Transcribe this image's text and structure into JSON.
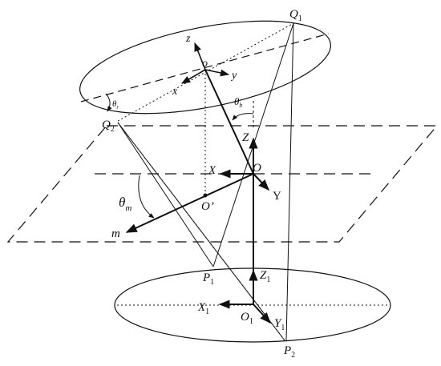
{
  "labels": {
    "Q1_main": "Q",
    "Q1_sub": "1",
    "Q2_main": "Q",
    "Q2_sub": "2",
    "P1_main": "P",
    "P1_sub": "1",
    "P2_main": "P",
    "P2_sub": "2",
    "O": "O",
    "O_prime": "O’",
    "o_small": "o",
    "O1_main": "O",
    "O1_sub": "1",
    "x_small": "x",
    "y_small": "y",
    "z_small": "z",
    "X": "X",
    "Y": "Y",
    "Z": "Z",
    "X1_main": "X",
    "X1_sub": "1",
    "Y1_main": "Y",
    "Y1_sub": "1",
    "Z1_main": "Z",
    "Z1_sub": "1",
    "m": "m",
    "theta_m_main": "θ",
    "theta_m_sub": "m",
    "theta_r_main": "θ",
    "theta_r_sub": "r",
    "theta_b_main": "θ",
    "theta_b_sub": "b"
  }
}
